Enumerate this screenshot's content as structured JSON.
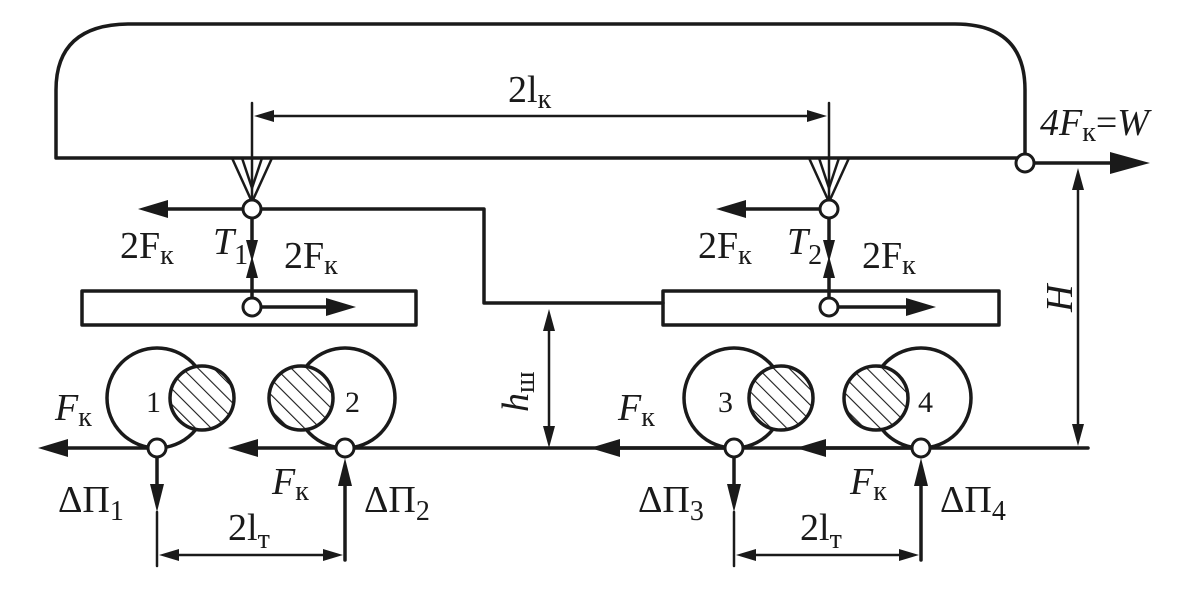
{
  "labels": {
    "length_top": "2l",
    "length_top_sub": "к",
    "total_force_lhs": "4F",
    "total_force_sub": "к",
    "total_force_eq": "=",
    "total_force_rhs": "W",
    "height_H": "H",
    "height_h": "h",
    "height_h_sub": "ш",
    "force_2F": "2F",
    "force_2F_sub": "к",
    "force_F": "F",
    "force_F_sub": "к",
    "T1": "T",
    "T1_sub": "1",
    "T2": "T",
    "T2_sub": "2",
    "delta_P": "ΔП",
    "dP1_sub": "1",
    "dP2_sub": "2",
    "dP3_sub": "3",
    "dP4_sub": "4",
    "base_length": "2l",
    "base_length_sub": "т"
  },
  "wheels": [
    {
      "number": "1"
    },
    {
      "number": "2"
    },
    {
      "number": "3"
    },
    {
      "number": "4"
    }
  ]
}
